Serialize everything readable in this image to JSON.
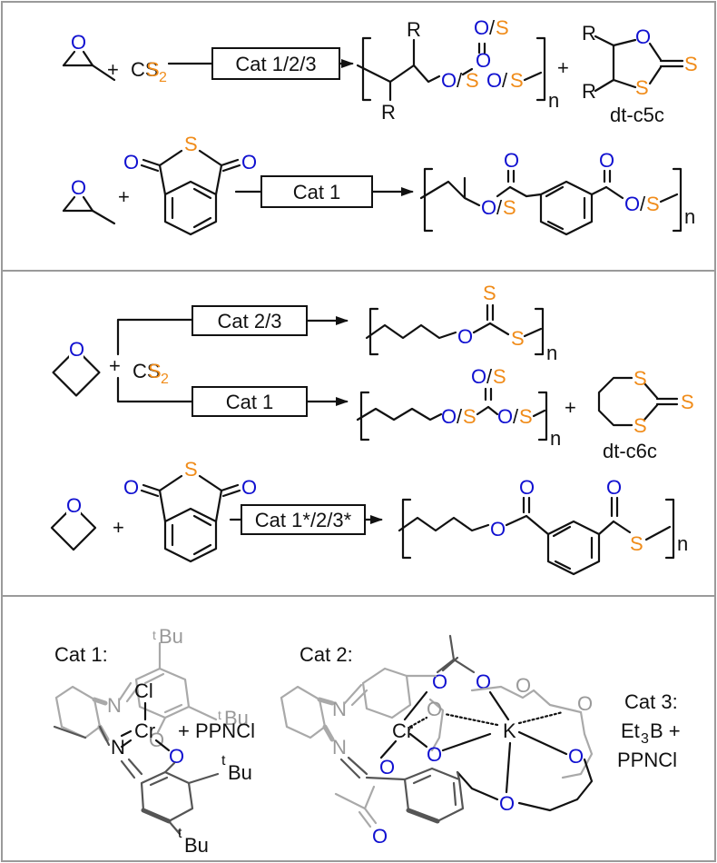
{
  "colors": {
    "oxygen": "#1010d0",
    "sulfur": "#f08c1a",
    "frame": "#9a9a9a",
    "ink": "#111111",
    "ligand_grey": "#a9a9a9"
  },
  "atoms": {
    "O": "O",
    "S": "S",
    "Cl": "Cl",
    "Cr": "Cr",
    "K": "K",
    "N": "N",
    "R": "R",
    "slash": "/",
    "n": "n",
    "plus": "+",
    "sub2": "2",
    "sub3": "3",
    "C": "C",
    "t": "t",
    "Bu": "Bu",
    "tBu": "tBu"
  },
  "reactions": {
    "r1": {
      "cs2": "CS",
      "catalyst": "Cat 1/2/3",
      "byproduct": "dt-c5c"
    },
    "r2": {
      "catalyst": "Cat 1"
    },
    "r3": {
      "cs2": "CS",
      "catalyst_top": "Cat 2/3",
      "catalyst_bottom": "Cat 1",
      "byproduct": "dt-c6c"
    },
    "r4": {
      "catalyst": "Cat 1*/2/3*"
    }
  },
  "catalysts": {
    "cat1_label": "Cat 1:",
    "cat1_additive": "+ PPNCl",
    "cat2_label": "Cat 2:",
    "cat3_label": "Cat 3:",
    "cat3_line1": "Et",
    "cat3_sub": "3",
    "cat3_line1b": "B +",
    "cat3_line2": "PPNCl"
  }
}
